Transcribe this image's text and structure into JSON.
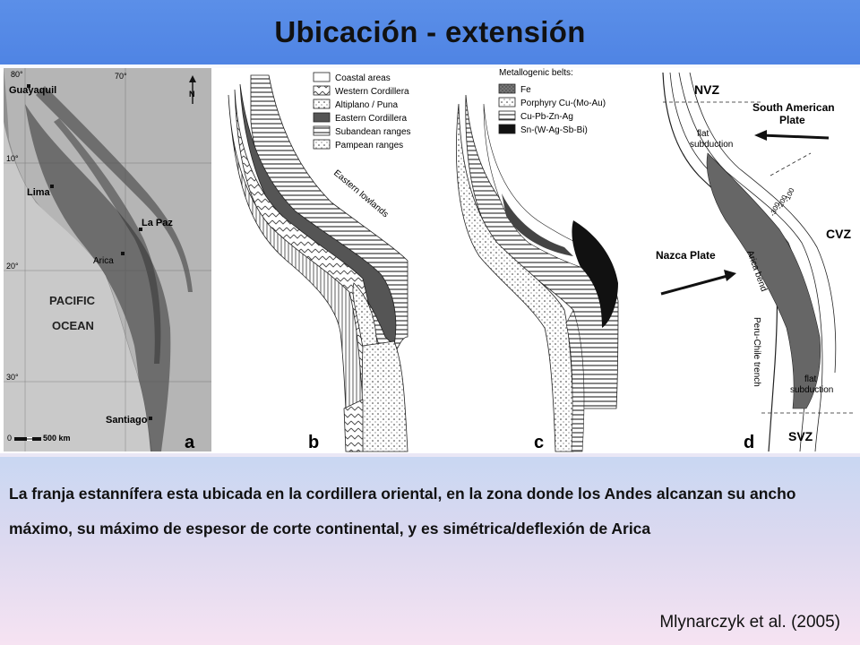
{
  "title": "Ubicación - extensión",
  "panels": {
    "a": {
      "letter": "a",
      "lat_labels": [
        "10°",
        "20°",
        "30°"
      ],
      "lon_labels": [
        "80°",
        "70°"
      ],
      "north": "N",
      "places": [
        "Guayaquil",
        "Lima",
        "La Paz",
        "Arica",
        "Santiago"
      ],
      "ocean_line1": "PACIFIC",
      "ocean_line2": "OCEAN",
      "scale_zero": "0",
      "scale_label": "500 km"
    },
    "b": {
      "letter": "b",
      "legend": [
        "Coastal areas",
        "Western Cordillera",
        "Altiplano / Puna",
        "Eastern Cordillera",
        "Subandean ranges",
        "Pampean ranges"
      ],
      "annotation": "Eastern lowlands"
    },
    "c": {
      "letter": "c",
      "legend_title": "Metallogenic belts:",
      "legend": [
        "Fe",
        "Porphyry Cu-(Mo-Au)",
        "Cu-Pb-Zn-Ag",
        "Sn-(W-Ag-Sb-Bi)"
      ]
    },
    "d": {
      "letter": "d",
      "zone_nvz": "NVZ",
      "zone_cvz": "CVZ",
      "zone_svz": "SVZ",
      "plate_sa_line1": "South American",
      "plate_sa_line2": "Plate",
      "plate_nazca": "Nazca Plate",
      "flat_top_line1": "flat",
      "flat_top_line2": "subduction",
      "flat_bottom_line1": "flat",
      "flat_bottom_line2": "subduction",
      "arica_bend": "Arica bend",
      "trench": "Peru-Chile trench",
      "depths": [
        "-100",
        "-200",
        "-300"
      ]
    }
  },
  "caption": "La franja estannífera esta ubicada en la cordillera oriental, en la zona donde los Andes alcanzan su ancho máximo, su máximo de espesor de corte continental, y es simétrica/deflexión de Arica",
  "source": "Mlynarczyk et al. (2005)"
}
